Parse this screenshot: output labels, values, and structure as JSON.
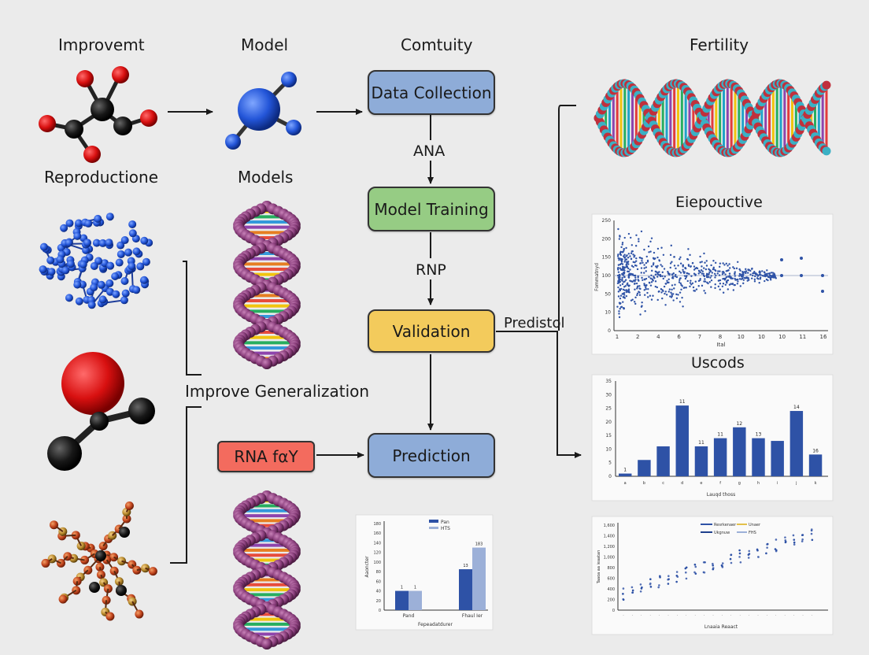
{
  "headers": {
    "improvement": "Improvemt",
    "model": "Model",
    "community": "Comtuity",
    "fertility": "Fertility"
  },
  "labels": {
    "reproduction": "Reproductione",
    "models": "Models",
    "improve": "Improve Generalization",
    "predict": "Predistol",
    "ana": "ANA",
    "rnp": "RNP"
  },
  "flow": {
    "data_collection": "Data Collection",
    "model_training": "Model Training",
    "validation": "Validation",
    "prediction": "Prediction",
    "rna": "RNA fαY"
  },
  "colors": {
    "blue_box": "#8eacd8",
    "green_box": "#96cc84",
    "yellow_box": "#f3cb5c",
    "red_box": "#f36b5e",
    "bar_dark": "#2e52a6",
    "bar_light": "#9cb0d8"
  },
  "chart_data": [
    {
      "type": "scatter",
      "title": "Eiepouctive",
      "x_ticks": [
        "1",
        "2",
        "4",
        "6",
        "7",
        "8",
        "10",
        "10",
        "10",
        "11",
        "16"
      ],
      "y_ticks": [
        "0",
        "10",
        "50",
        "100",
        "150",
        "200",
        "250"
      ],
      "xlabel": "Ital",
      "ylabel": "Fommatnyd",
      "ylim": [
        0,
        250
      ]
    },
    {
      "type": "bar",
      "title": "Uscods",
      "categories": [
        "a",
        "b",
        "c",
        "d",
        "e",
        "f",
        "g",
        "h",
        "i",
        "j",
        "k"
      ],
      "values": [
        1,
        6,
        11,
        26,
        11,
        14,
        18,
        14,
        13,
        24,
        8
      ],
      "data_labels": [
        "1",
        "",
        "",
        "11",
        "11",
        "11",
        "12",
        "13",
        "",
        "14",
        "16"
      ],
      "y_ticks": [
        "0",
        "5",
        "10",
        "15",
        "20",
        "25",
        "30",
        "35"
      ],
      "ylim": [
        0,
        35
      ],
      "xlabel": "Lauqd thoss"
    },
    {
      "type": "bar",
      "categories": [
        "Pand",
        "Fhaul Ier"
      ],
      "series": [
        {
          "name": "Pan",
          "values": [
            40,
            85
          ]
        },
        {
          "name": "HTS",
          "values": [
            40,
            130
          ]
        }
      ],
      "data_labels": [
        "1",
        "1",
        "13",
        "183"
      ],
      "y_ticks": [
        "0",
        "20",
        "40",
        "60",
        "80",
        "100",
        "120",
        "140",
        "160",
        "180"
      ],
      "ylim": [
        0,
        180
      ],
      "xlabel": "Fepeadatdurer",
      "ylabel": "Aaoncter"
    },
    {
      "type": "scatter",
      "y_ticks": [
        "0",
        "200",
        "400",
        "600",
        "800",
        "1,000",
        "1,200",
        "1,400",
        "1,600"
      ],
      "ylim": [
        0,
        1600
      ],
      "legend": [
        "Resrkenaer",
        "Unaer",
        "Ukgnuw",
        "FHS"
      ],
      "xlabel": "Lnaaia Reaact",
      "ylabel": "Taaoa aa ieaatan"
    }
  ]
}
